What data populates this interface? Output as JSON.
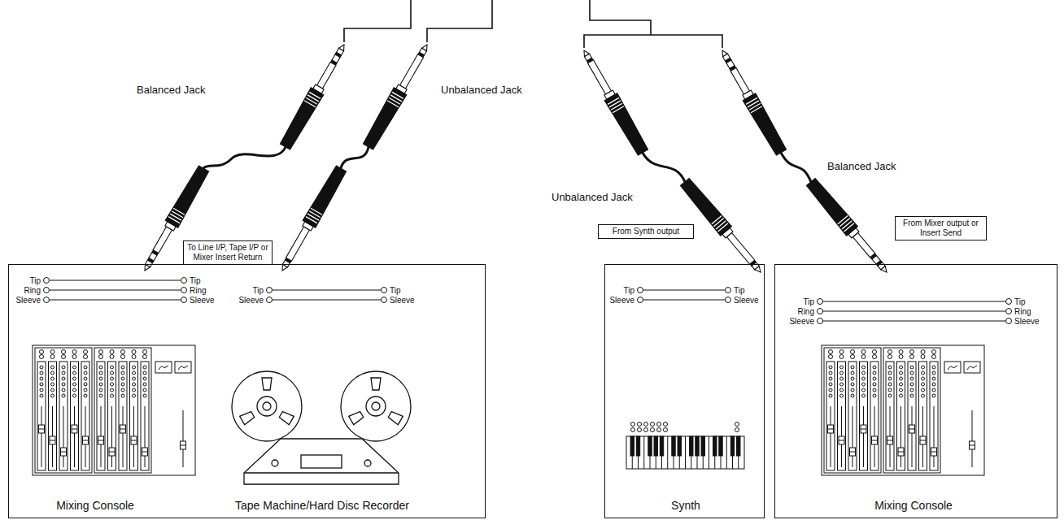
{
  "diagram": {
    "nodes": [
      {
        "text": [
          "Mixing Console",
          "Tape Machine/Hard Disc Recorder"
        ]
      },
      {
        "text": [
          "Synth"
        ]
      },
      {
        "text": [
          "Mixing Console"
        ]
      },
      {
        "text": [
          "To Line I/P, Tape I/P or Mixer Insert Return"
        ]
      },
      {
        "text": [
          "From Synth output"
        ]
      },
      {
        "text": [
          "From Mixer output or Insert Send"
        ]
      }
    ],
    "labels": [
      "Balanced Jack",
      "Unbalanced Jack",
      "Unbalanced Jack",
      "Balanced Jack",
      "Tip",
      "Tip",
      "Ring",
      "Ring",
      "Sleeve",
      "Sleeve",
      "Tip",
      "Tip",
      "Sleeve",
      "Sleeve",
      "Tip",
      "Tip",
      "Sleeve",
      "Sleeve",
      "Tip",
      "Tip",
      "Ring",
      "Ring",
      "Sleeve",
      "Sleeve"
    ]
  }
}
